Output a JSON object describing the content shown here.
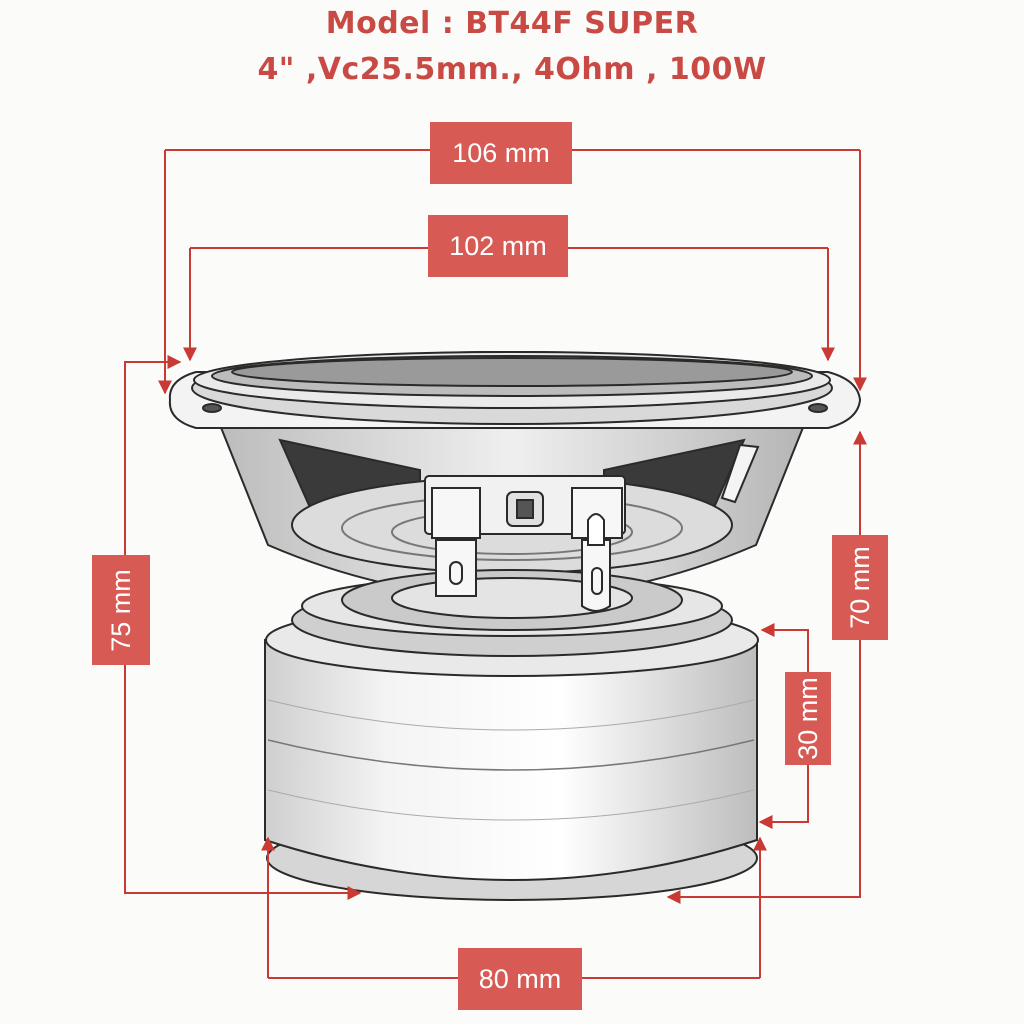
{
  "title": {
    "model": "Model : BT44F SUPER",
    "specs": "4\" ,Vc25.5mm., 4Ohm , 100W"
  },
  "dimensions": {
    "outer_width": "106 mm",
    "cone_width": "102 mm",
    "total_height": "75 mm",
    "frame_height": "70 mm",
    "magnet_height": "30 mm",
    "magnet_width": "80 mm"
  },
  "colors": {
    "accent": "#d85a55",
    "line": "#2a2a2a",
    "background": "#fbfbf9"
  }
}
